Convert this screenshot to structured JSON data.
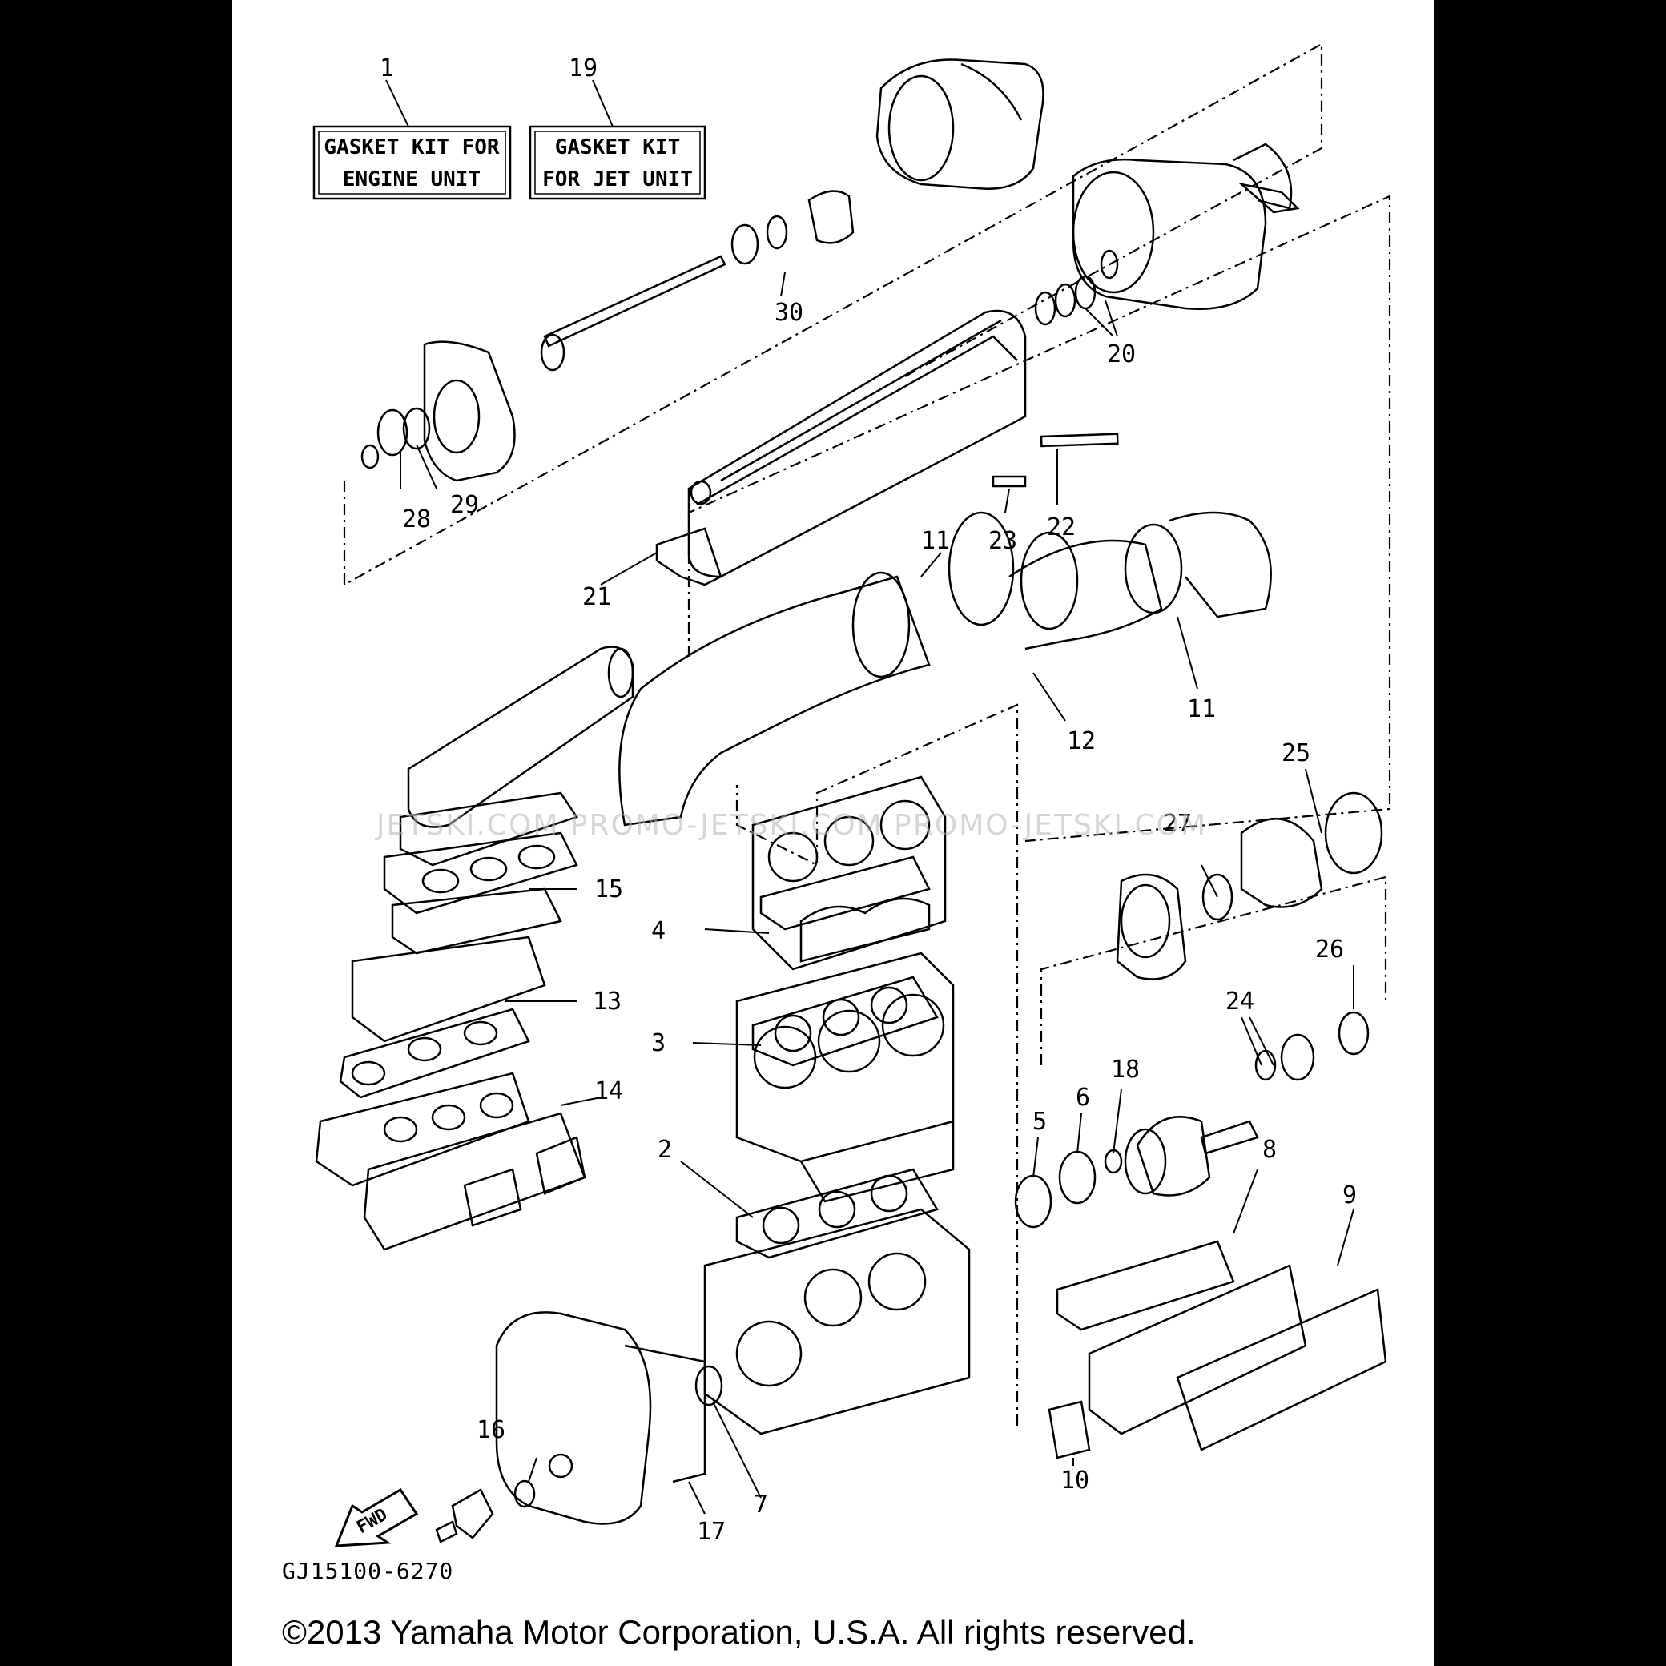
{
  "kits": [
    {
      "ref": "1",
      "line1": "GASKET KIT FOR",
      "line2": "ENGINE UNIT"
    },
    {
      "ref": "19",
      "line1": "GASKET KIT",
      "line2": "FOR JET UNIT"
    }
  ],
  "callouts": [
    "1",
    "19",
    "30",
    "20",
    "28",
    "29",
    "23",
    "22",
    "21",
    "11",
    "11",
    "12",
    "25",
    "27",
    "15",
    "4",
    "13",
    "26",
    "24",
    "18",
    "3",
    "14",
    "5",
    "6",
    "8",
    "2",
    "9",
    "16",
    "10",
    "7",
    "17"
  ],
  "arrow_label": "FWD",
  "watermark": "JETSKI.COM   PROMO-JETSKI.COM   PROMO-JETSKI.COM",
  "catalog_number": "GJ15100-6270",
  "copyright": "©2013 Yamaha Motor Corporation, U.S.A. All rights reserved."
}
